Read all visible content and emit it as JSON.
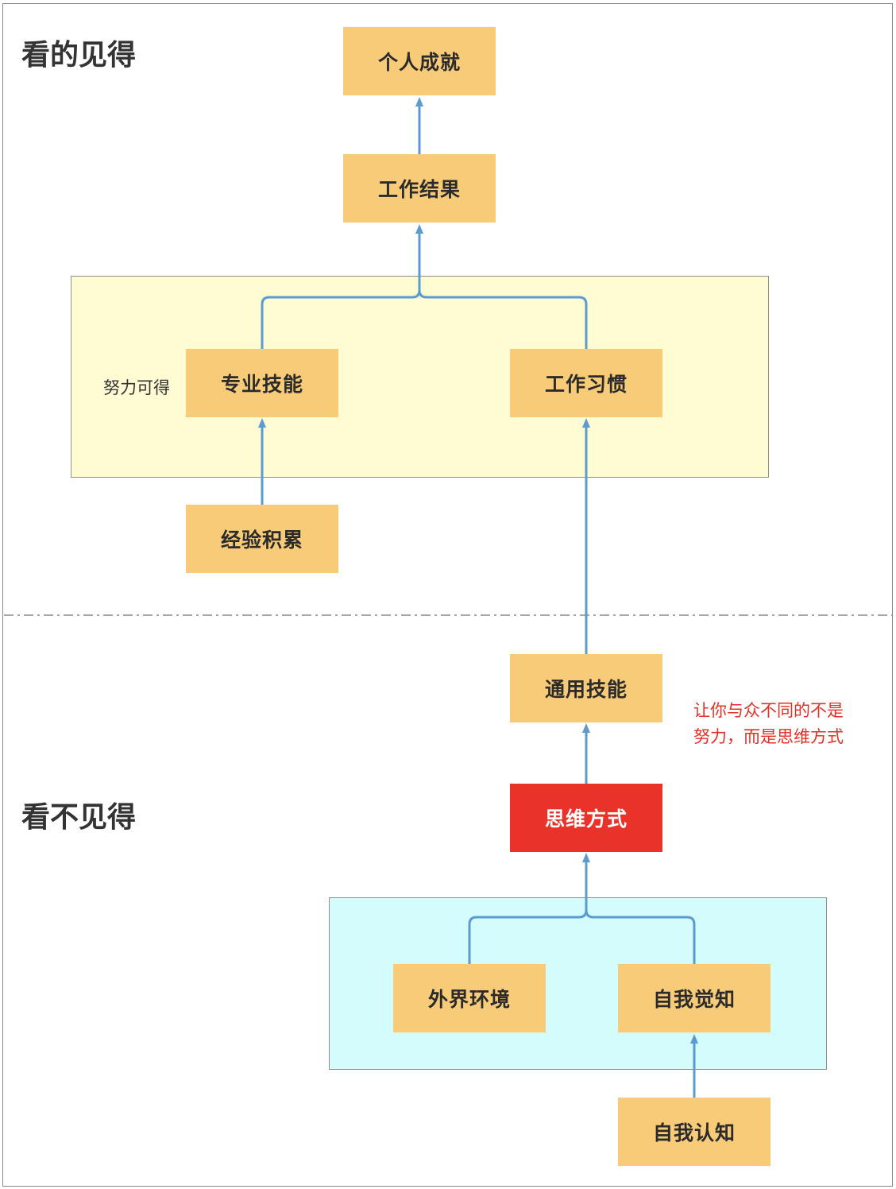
{
  "sections": {
    "visible_title": "看的见得",
    "invisible_title": "看不见得"
  },
  "groups": {
    "effort_label": "努力可得"
  },
  "nodes": {
    "personal_achievement": "个人成就",
    "work_result": "工作结果",
    "professional_skill": "专业技能",
    "work_habit": "工作习惯",
    "experience": "经验积累",
    "general_skill": "通用技能",
    "thinking_mode": "思维方式",
    "external_env": "外界环境",
    "self_awareness": "自我觉知",
    "self_cognition": "自我认知"
  },
  "note": {
    "line1": "让你与众不同的不是",
    "line2": "努力，而是思维方式"
  },
  "colors": {
    "node": "#f7cb78",
    "highlight_node": "#e8322a",
    "connector": "#5b9bd0",
    "note_text": "#e53025",
    "yellow_group": "#fffbd3",
    "cyan_group": "#d4fcfc"
  }
}
